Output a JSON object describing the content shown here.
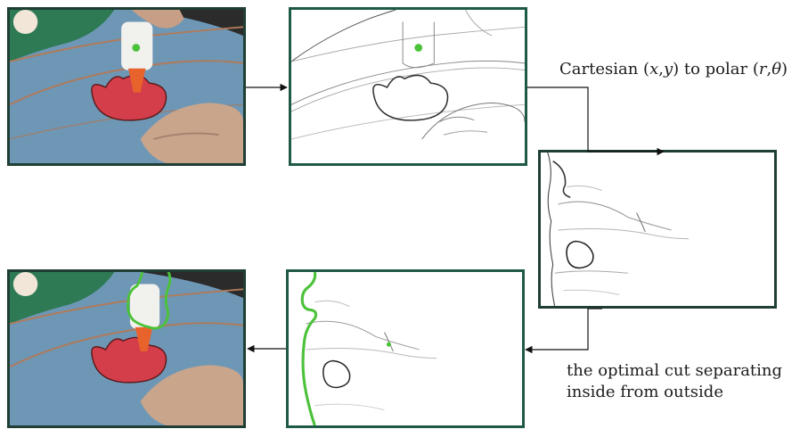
{
  "caption_polar": {
    "prefix": "Cartesian (",
    "x": "x",
    "comma": ",",
    "y": "y",
    "mid": ") to polar (",
    "r": "r",
    "comma2": ",",
    "theta": "θ",
    "suffix": ")"
  },
  "caption_cut": {
    "line1": "the optimal cut separating",
    "line2": "inside from outside"
  },
  "colors": {
    "frame": "#1f3e34",
    "contour": "#4cc23a",
    "fixation_dot": "#4cc23a",
    "glue_cap": "#e8622c",
    "apple": "#d43e4a",
    "table": "#6e97b6",
    "green_paper": "#2e7a55"
  },
  "icons": {
    "arrow": "arrow-right-icon",
    "arrow_left": "arrow-left-icon"
  }
}
